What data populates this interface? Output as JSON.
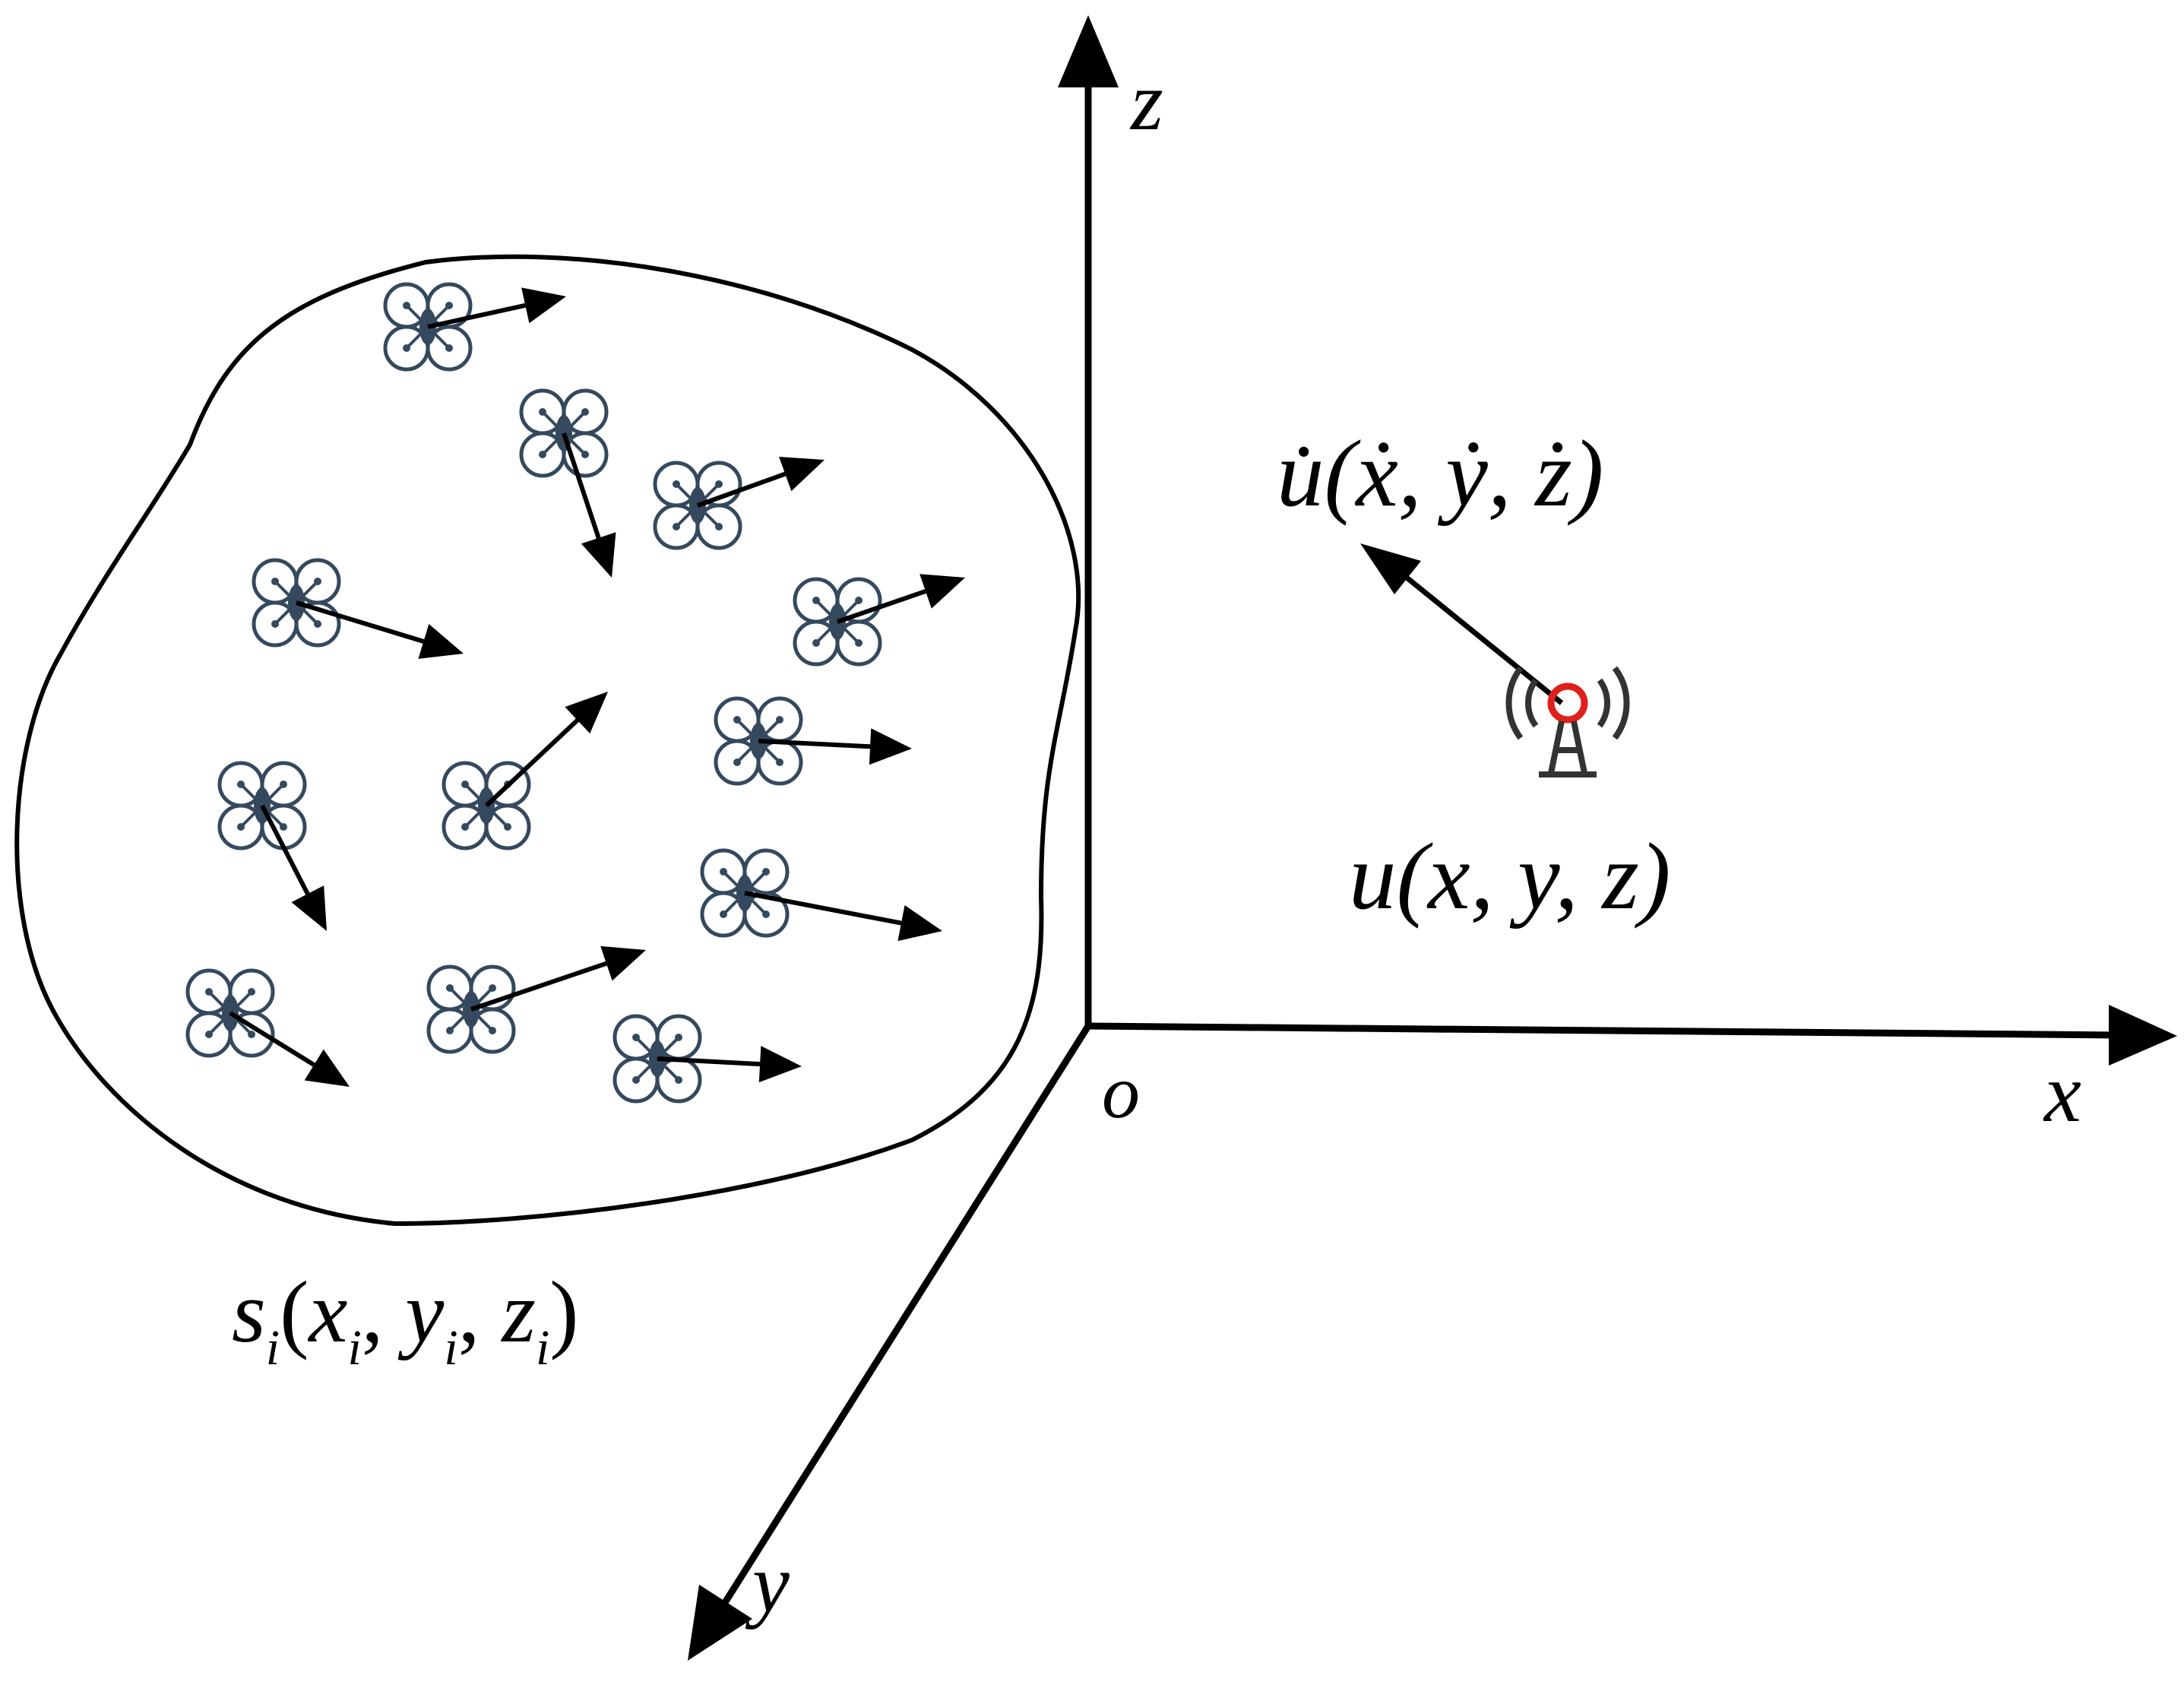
{
  "axes": {
    "x_label": "x",
    "y_label": "y",
    "z_label": "z",
    "origin_label": "o"
  },
  "swarm": {
    "label_base": "s",
    "label_sub": "i",
    "label_args": [
      "x",
      "y",
      "z"
    ],
    "label_args_sub": "i",
    "drone_count": 12
  },
  "target": {
    "position_label": "u(x, y, z)",
    "velocity_label": "u̇(ẋ, ẏ, ż)",
    "icon": "radio-tower-icon",
    "accent_color": "#e0201b"
  },
  "colors": {
    "drone": "#34495e",
    "line": "#000000"
  }
}
